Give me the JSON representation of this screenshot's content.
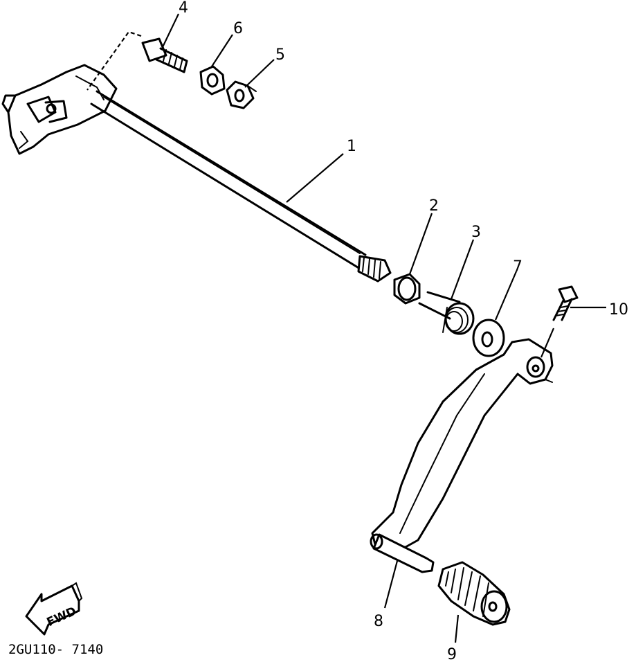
{
  "callouts": {
    "c1": "1",
    "c2": "2",
    "c3": "3",
    "c4": "4",
    "c5": "5",
    "c6": "6",
    "c7": "7",
    "c8": "8",
    "c9": "9",
    "c10": "10"
  },
  "fwd_label": "FWD",
  "drawing_code": "2GU110- 7140"
}
